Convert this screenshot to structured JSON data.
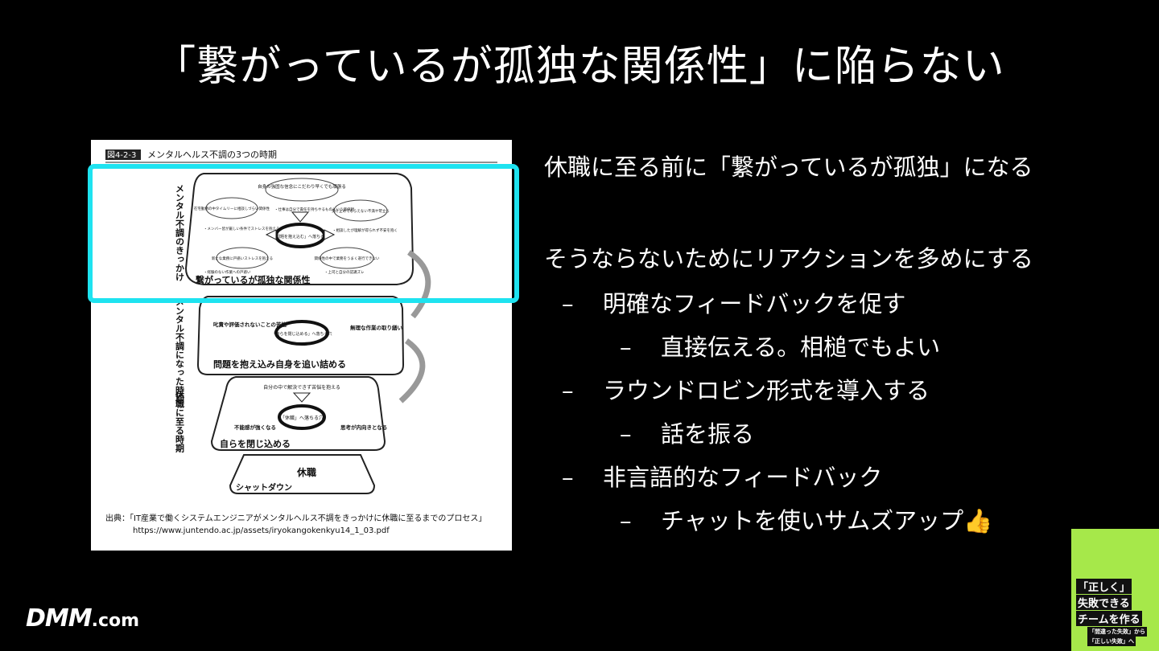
{
  "slide": {
    "title": "「繋がっているが孤独な関係性」に陥らない"
  },
  "figure": {
    "caption_label": "図4-2-3",
    "caption_title": "メンタルヘルス不調の3つの時期",
    "side_labels": [
      "メンタル不調のきっかけ",
      "メンタル不調になった時期",
      "休職に至る時期"
    ],
    "layers": [
      {
        "title": "繋がっているが孤独な関係性",
        "center": "「問題を抱え込む」へ落ちる穴",
        "bubbles": [
          "自身の強固な信念にこだわり早くでも頑張る",
          "在宅勤務の中タイムリーに相談しづらい関係性",
          "受け止めてもらえない不満や苛立ち",
          "新たな業務に戸惑いストレスを抱える",
          "関係性の中で業務をうまく遂行できない"
        ],
        "notes": [
          "・仕事は自分で責任を持ちやるものという価値観",
          "・メンバー皆が厳しい条件でストレスを抱える",
          "・相談したが理解が得られず不安を抱く",
          "・経験のない作業への戸惑い",
          "・上司と自分の認識ズレ"
        ]
      },
      {
        "title": "問題を抱え込み自身を追い詰める",
        "center": "「自らを閉じ込める」へ落ちる穴",
        "left": "叱責や評価されないことの苦悩",
        "right": "無理な作業の取り繕い"
      },
      {
        "title": "自らを閉じ込める",
        "top": "自分の中で解決できず苦悩を抱える",
        "center": "「休職」へ落ちる穴",
        "left": "不能感が強くなる",
        "right": "思考が内向きとなる"
      },
      {
        "title": "休職",
        "subtitle": "シャットダウン"
      }
    ],
    "source_line1": "出典：「IT産業で働くシステムエンジニアがメンタルヘルス不調をきっかけに休職に至るまでのプロセス」",
    "source_line2": "https://www.juntendo.ac.jp/assets/iryokangokenkyu14_1_03.pdf"
  },
  "content": {
    "heading1": "休職に至る前に「繋がっているが孤独」になる",
    "heading2": "そうならないためにリアクションを多めにする",
    "dash": "–",
    "bullets": [
      {
        "text": "明確なフィードバックを促す",
        "sub": "直接伝える。相槌でもよい"
      },
      {
        "text": "ラウンドロビン形式を導入する",
        "sub": "話を振る"
      },
      {
        "text": "非言語的なフィードバック",
        "sub": "チャットを使いサムズアップ"
      }
    ],
    "emoji": "👍"
  },
  "branding": {
    "logo_main": "DMM",
    "logo_domain": ".com"
  },
  "book": {
    "lines": [
      "「正しく」",
      "失敗できる",
      "チームを作る",
      "「間違った失敗」から",
      "「正しい失敗」へ"
    ]
  },
  "colors": {
    "background": "#000000",
    "highlight": "#1ee3f0",
    "book_cover": "#a6e84a"
  }
}
